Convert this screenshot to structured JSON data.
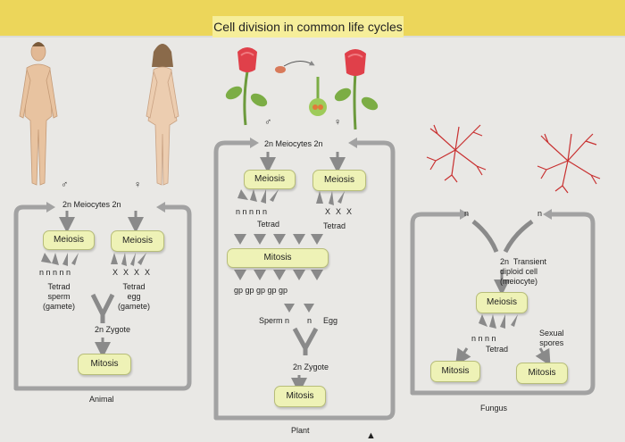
{
  "title": "Cell division in common life cycles",
  "symbols": {
    "male": "♂",
    "female": "♀",
    "cross": "X"
  },
  "animal": {
    "meiocytes": "2n  Meiocytes  2n",
    "meiosis_left": "Meiosis",
    "meiosis_right": "Meiosis",
    "n_row": "n  n  n  n  n",
    "tetrad_sperm": "Tetrad\nsperm\n(gamete)",
    "tetrad_egg": "Tetrad\negg\n(gamete)",
    "zygote": "2n Zygote",
    "mitosis": "Mitosis",
    "label": "Animal"
  },
  "plant": {
    "meiocytes": "2n  Meiocytes  2n",
    "meiosis_left": "Meiosis",
    "meiosis_right": "Meiosis",
    "n_row": "n  n  n  n  n",
    "tetrad_left": "Tetrad",
    "tetrad_right": "Tetrad",
    "mitosis_top": "Mitosis",
    "gp_row": "gp  gp  gp  gp  gp",
    "sperm": "Sperm  n",
    "egg_n": "n",
    "egg": "Egg",
    "zygote": "2n Zygote",
    "mitosis_bottom": "Mitosis",
    "label": "Plant"
  },
  "fungus": {
    "n_left": "n",
    "n_right": "n",
    "transient": "2n  Transient\ndiploid cell\n(meiocyte)",
    "meiosis": "Meiosis",
    "n_row": "n  n  n  n",
    "tetrad": "Tetrad",
    "sexual_spores": "Sexual\nspores",
    "mitosis_left": "Mitosis",
    "mitosis_right": "Mitosis",
    "label": "Fungus"
  },
  "colors": {
    "box_fill": "#eef2b6",
    "header": "#ecd65a",
    "arrow": "#8a8a8a",
    "loop": "#9a9a9a"
  }
}
